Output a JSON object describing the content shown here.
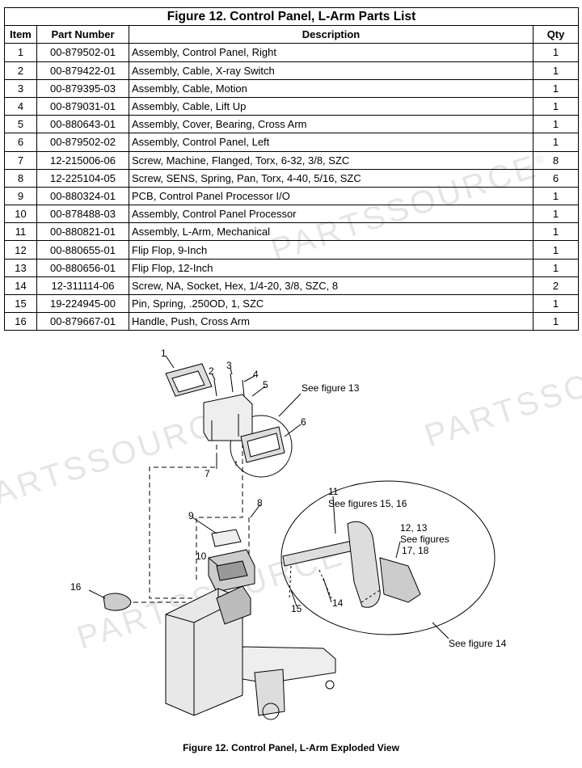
{
  "table": {
    "title": "Figure 12.  Control Panel, L-Arm Parts List",
    "headers": {
      "item": "Item",
      "part": "Part Number",
      "desc": "Description",
      "qty": "Qty"
    },
    "rows": [
      {
        "item": "1",
        "part": "00-879502-01",
        "desc": "Assembly, Control Panel, Right",
        "qty": "1"
      },
      {
        "item": "2",
        "part": "00-879422-01",
        "desc": "Assembly, Cable, X-ray Switch",
        "qty": "1"
      },
      {
        "item": "3",
        "part": "00-879395-03",
        "desc": "Assembly, Cable, Motion",
        "qty": "1"
      },
      {
        "item": "4",
        "part": "00-879031-01",
        "desc": "Assembly, Cable, Lift Up",
        "qty": "1"
      },
      {
        "item": "5",
        "part": "00-880643-01",
        "desc": "Assembly, Cover, Bearing, Cross Arm",
        "qty": "1"
      },
      {
        "item": "6",
        "part": "00-879502-02",
        "desc": "Assembly, Control Panel, Left",
        "qty": "1"
      },
      {
        "item": "7",
        "part": "12-215006-06",
        "desc": "Screw, Machine, Flanged, Torx, 6-32, 3/8, SZC",
        "qty": "8"
      },
      {
        "item": "8",
        "part": "12-225104-05",
        "desc": "Screw, SENS, Spring, Pan, Torx, 4-40, 5/16, SZC",
        "qty": "6"
      },
      {
        "item": "9",
        "part": "00-880324-01",
        "desc": "PCB, Control Panel Processor I/O",
        "qty": "1"
      },
      {
        "item": "10",
        "part": "00-878488-03",
        "desc": "Assembly, Control Panel Processor",
        "qty": "1"
      },
      {
        "item": "11",
        "part": "00-880821-01",
        "desc": "Assembly, L-Arm, Mechanical",
        "qty": "1"
      },
      {
        "item": "12",
        "part": "00-880655-01",
        "desc": "Flip Flop, 9-Inch",
        "qty": "1"
      },
      {
        "item": "13",
        "part": "00-880656-01",
        "desc": "Flip Flop, 12-Inch",
        "qty": "1"
      },
      {
        "item": "14",
        "part": "12-311114-06",
        "desc": "Screw, NA, Socket, Hex, 1/4-20, 3/8, SZC, 8",
        "qty": "2"
      },
      {
        "item": "15",
        "part": "19-224945-00",
        "desc": "Pin, Spring, .250OD, 1, SZC",
        "qty": "1"
      },
      {
        "item": "16",
        "part": "00-879667-01",
        "desc": "Handle, Push, Cross Arm",
        "qty": "1"
      }
    ]
  },
  "watermark": {
    "text": "PARTSSOURCE",
    "mark": "®"
  },
  "diagram": {
    "callouts": {
      "c1": "1",
      "c2": "2",
      "c3": "3",
      "c4": "4",
      "c5": "5",
      "c6": "6",
      "c7": "7",
      "c8": "8",
      "c9": "9",
      "c10": "10",
      "c11": "11",
      "c14": "14",
      "c15": "15",
      "c16": "16",
      "see13": "See figure 13",
      "see1516": "See figures 15, 16",
      "c1213": "12, 13",
      "seefigs": "See figures",
      "f1718": "17, 18",
      "see14": "See figure 14"
    }
  },
  "caption": "Figure 12.  Control Panel, L-Arm Exploded View"
}
